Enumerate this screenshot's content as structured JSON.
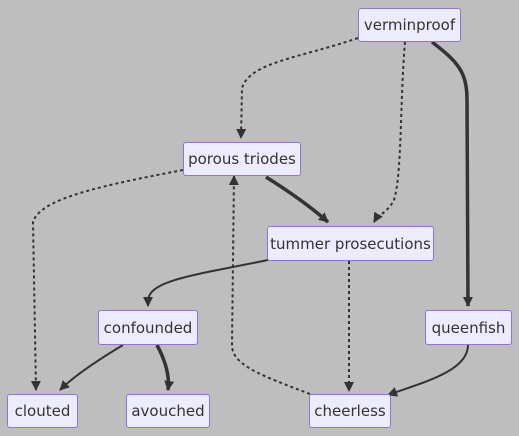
{
  "nodes": {
    "verminproof": "verminproof",
    "porous_triodes": "porous triodes",
    "tummer_prosecutions": "tummer prosecutions",
    "confounded": "confounded",
    "queenfish": "queenfish",
    "clouted": "clouted",
    "avouched": "avouched",
    "cheerless": "cheerless"
  },
  "edges": [
    {
      "from": "verminproof",
      "to": "porous_triodes",
      "style": "dotted"
    },
    {
      "from": "verminproof",
      "to": "tummer_prosecutions",
      "style": "dotted"
    },
    {
      "from": "verminproof",
      "to": "queenfish",
      "style": "thick"
    },
    {
      "from": "porous_triodes",
      "to": "tummer_prosecutions",
      "style": "thick"
    },
    {
      "from": "porous_triodes",
      "to": "clouted",
      "style": "dotted"
    },
    {
      "from": "tummer_prosecutions",
      "to": "confounded",
      "style": "normal"
    },
    {
      "from": "tummer_prosecutions",
      "to": "cheerless",
      "style": "dotted"
    },
    {
      "from": "confounded",
      "to": "clouted",
      "style": "normal"
    },
    {
      "from": "confounded",
      "to": "avouched",
      "style": "thick"
    },
    {
      "from": "queenfish",
      "to": "cheerless",
      "style": "normal"
    },
    {
      "from": "cheerless",
      "to": "porous_triodes",
      "style": "dotted"
    }
  ],
  "colors": {
    "background": "#bebebe",
    "node_fill": "#ececfe",
    "node_border": "#9370db",
    "edge": "#333333"
  }
}
